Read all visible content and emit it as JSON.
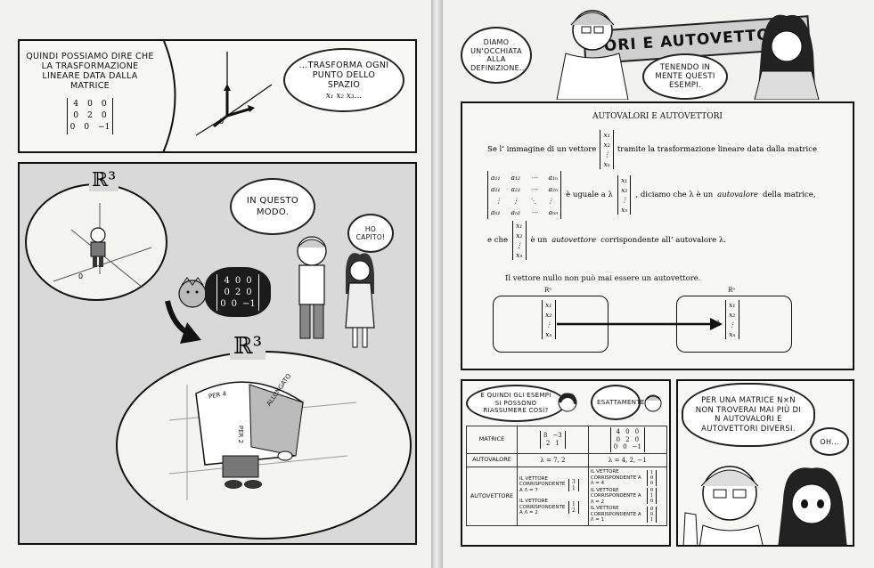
{
  "left_page": {
    "panel1": {
      "caption": "QUINDI POSSIAMO DIRE CHE LA TRASFORMAZIONE LINEARE DATA DALLA MATRICE",
      "matrix_rows": [
        [
          "4",
          "0",
          "0"
        ],
        [
          "0",
          "2",
          "0"
        ],
        [
          "0",
          "0",
          "−1"
        ]
      ],
      "axis_origin": "0",
      "bubble_text": "...TRASFORMA OGNI PUNTO DELLO SPAZIO",
      "bubble_vars": "x₁ x₂ x₃..."
    },
    "panel2": {
      "r3_label_top": "ℝ³",
      "r3_label_bottom": "ℝ³",
      "bubble_modo": "IN QUESTO MODO.",
      "bubble_capito": "HO CAPITO!",
      "origin_label": "0",
      "matrix_rows": [
        [
          "4",
          "0",
          "0"
        ],
        [
          "0",
          "2",
          "0"
        ],
        [
          "0",
          "0",
          "−1"
        ]
      ],
      "label_per4": "PER 4",
      "label_per2": "PER 2",
      "label_allungato": "ALLUNGATO"
    }
  },
  "right_page": {
    "panel_top": {
      "banner_title": "ORI E AUTOVETTORI",
      "bubble_diamo": "DIAMO UN'OCCHIATA ALLA DEFINIZIONE...",
      "bubble_tenendo": "TENENDO IN MENTE QUESTI ESEMPI."
    },
    "definition": {
      "title": "AUTOVALORI E AUTOVETTORI",
      "line1_a": "Se l’ immagine di un vettore",
      "line1_b": "tramite la trasformazione lineare data dalla matrice",
      "vec_x": [
        "x₁",
        "x₂",
        "⋮",
        "xₙ"
      ],
      "matrix_a": [
        [
          "a₁₁",
          "a₁₂",
          "⋯",
          "a₁ₙ"
        ],
        [
          "a₂₁",
          "a₂₂",
          "⋯",
          "a₂ₙ"
        ],
        [
          "⋮",
          "⋮",
          "⋱",
          "⋮"
        ],
        [
          "aₙ₁",
          "aₙ₂",
          "⋯",
          "aₙₙ"
        ]
      ],
      "equal_text": "è uguale a λ",
      "diciamo_text": ", diciamo che λ è un",
      "autovalore_word": "autovalore",
      "della_text": "della matrice,",
      "eche_text": "e che",
      "autovettore_a": "è un",
      "autovettore_word": "autovettore",
      "autovettore_b": "corrispondente all’ autovalore λ.",
      "nullo_text": "Il vettore nullo non può mai essere un autovettore.",
      "space_label": "Rⁿ",
      "lambda": "λ"
    },
    "panel_table": {
      "bubble_quindi": "E QUINDI GLI ESEMPI SI POSSONO RIASSUMERE COSÌ?",
      "bubble_esatta": "ESATTAMENTE!",
      "row_matrice": "MATRICE",
      "row_autovalore": "AUTOVALORE",
      "row_autovettore": "AUTOVETTORE",
      "m1": [
        [
          "8",
          "−3"
        ],
        [
          "2",
          "1"
        ]
      ],
      "m2": [
        [
          "4",
          "0",
          "0"
        ],
        [
          "0",
          "2",
          "0"
        ],
        [
          "0",
          "0",
          "−1"
        ]
      ],
      "ev1": "λ = 7, 2",
      "ev2": "λ = 4, 2, −1",
      "vec1a_text": "IL VETTORE CORRISPONDENTE A λ = 7",
      "vec1a": [
        "3",
        "1"
      ],
      "vec1b_text": "IL VETTORE CORRISPONDENTE A λ = 2",
      "vec1b": [
        "1",
        "2"
      ],
      "vec2a_text": "IL VETTORE CORRISPONDENTE A λ = 4",
      "vec2a": [
        "1",
        "0",
        "0"
      ],
      "vec2b_text": "IL VETTORE CORRISPONDENTE A λ = 2",
      "vec2b": [
        "0",
        "1",
        "0"
      ],
      "vec2c_text": "IL VETTORE CORRISPONDENTE A λ = 1",
      "vec2c": [
        "0",
        "0",
        "1"
      ]
    },
    "panel_last": {
      "bubble_text": "PER UNA MATRICE n×n NON TROVERAI MAI PIÙ DI n AUTOVALORI E AUTOVETTORI DIVERSI.",
      "bubble_oh": "OH..."
    }
  }
}
